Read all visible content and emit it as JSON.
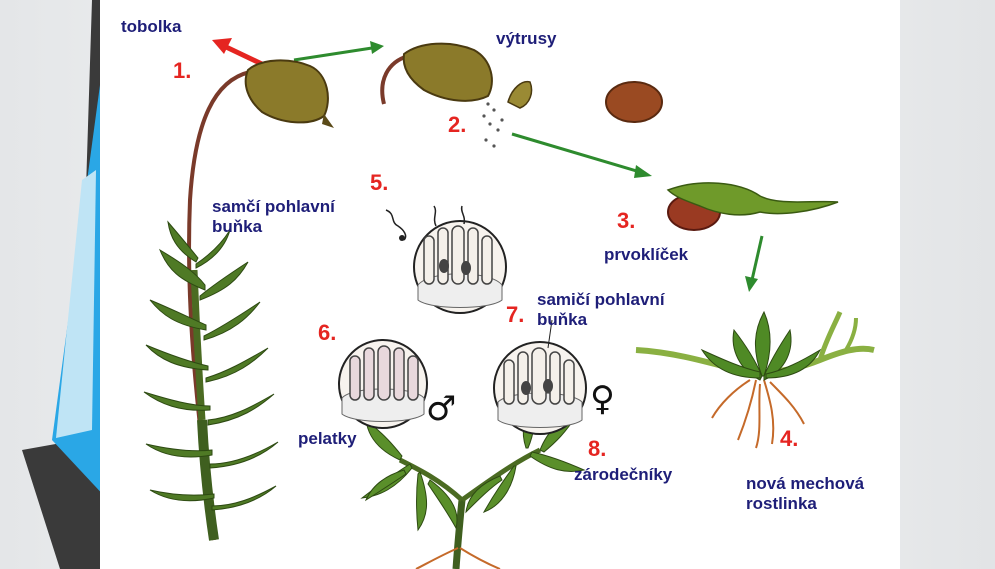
{
  "labels": {
    "tobolka": "tobolka",
    "vytrusy": "výtrusy",
    "samci_line1": "samčí pohlavní",
    "samci_line2": "buňka",
    "prvoklicek": "prvoklíček",
    "samici_line1": "samičí pohlavní",
    "samici_line2": "buňka",
    "pelatky": "pelatky",
    "zarodecniky": "zárodečníky",
    "nova_line1": "nová mechová",
    "nova_line2": "rostlinka"
  },
  "steps": [
    "1.",
    "2.",
    "3.",
    "4.",
    "5.",
    "6.",
    "7.",
    "8."
  ],
  "symbols": {
    "male": "♂",
    "female": "♀"
  },
  "colors": {
    "label_text": "#1e1e78",
    "step_number": "#e52521",
    "arrow_green": "#2e8b2e",
    "arrow_red": "#e52521",
    "deco_blue": "#2aa7e6",
    "deco_dark": "#3a3a3a"
  },
  "icons": [
    "male-symbol-icon",
    "female-symbol-icon"
  ]
}
